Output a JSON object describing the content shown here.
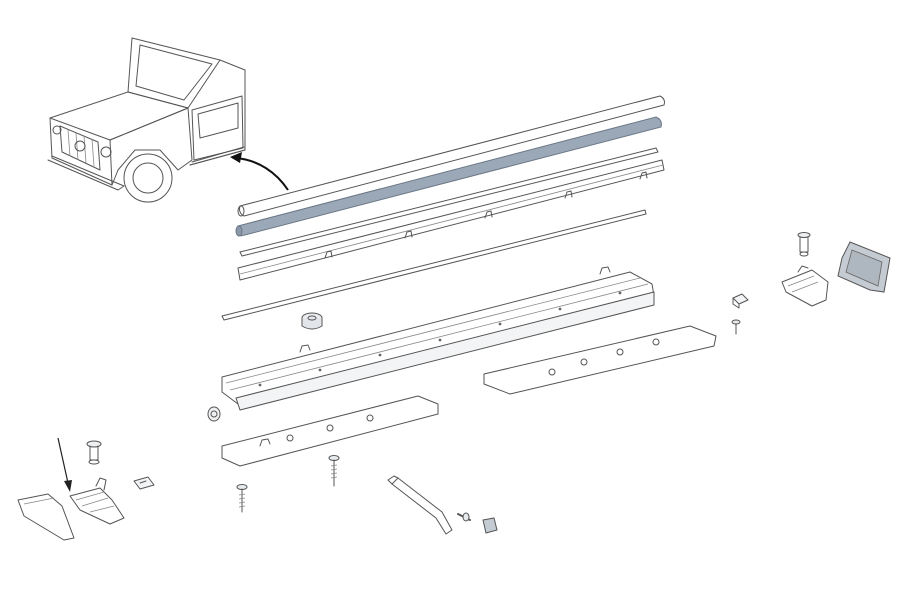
{
  "diagram": {
    "kind": "exploded-parts-view",
    "colors": {
      "line": "#555555",
      "highlight_part": "#9aa8b8",
      "background": "#ffffff",
      "shaded_part": "#c5cbd2"
    },
    "icons": [
      "vehicle-outline",
      "arrow"
    ]
  }
}
